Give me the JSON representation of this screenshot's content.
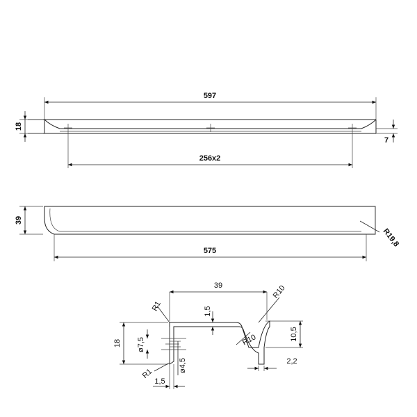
{
  "dimensions": {
    "top_length": "597",
    "top_height": "18",
    "top_offset": "7",
    "hole_spacing": "256x2",
    "middle_height": "39",
    "middle_length": "575",
    "middle_radius": "R19,8",
    "profile_width": "39",
    "profile_radius_outer": "R10",
    "profile_radius_top": "R1",
    "profile_lip": "1,5",
    "profile_height": "18",
    "profile_hole_large": "ø7,5",
    "profile_inner_radius": "R10",
    "profile_right_height": "10,5",
    "profile_hole_small": "ø4,5",
    "profile_radius_bottom": "R1",
    "profile_base": "1,5",
    "profile_right_offset": "2,2"
  }
}
